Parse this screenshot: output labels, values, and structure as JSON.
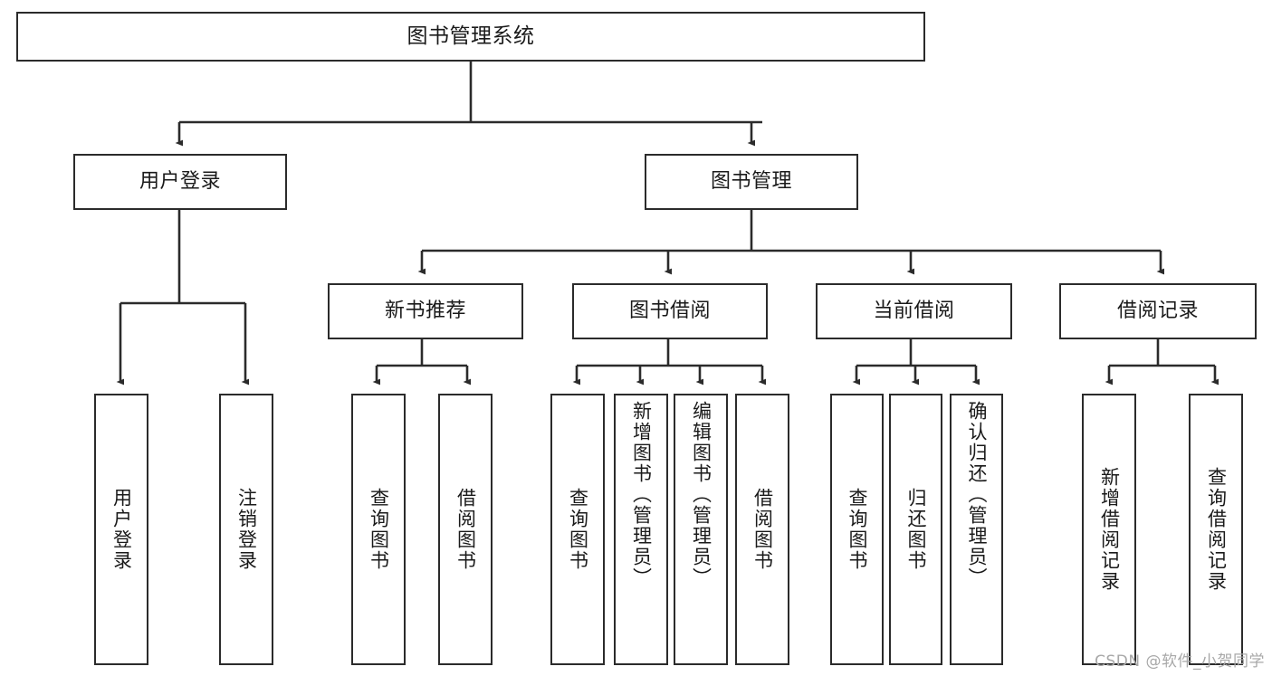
{
  "diagram": {
    "title": "图书管理系统",
    "watermark": "CSDN @软件_小贺同学",
    "line_color": "#2b2b2b",
    "box_border_color": "#2b2b2b",
    "box_fill": "#ffffff",
    "text_color": "#1a1a1a",
    "watermark_color": "#a8a8a8",
    "root": {
      "label": "图书管理系统"
    },
    "level2": [
      {
        "label": "用户登录"
      },
      {
        "label": "图书管理"
      }
    ],
    "level3": [
      {
        "label": "新书推荐"
      },
      {
        "label": "图书借阅"
      },
      {
        "label": "当前借阅"
      },
      {
        "label": "借阅记录"
      }
    ],
    "leaves": {
      "user_login": [
        {
          "label": "用户登录"
        },
        {
          "label": "注销登录"
        }
      ],
      "new_book": [
        {
          "label": "查询图书"
        },
        {
          "label": "借阅图书"
        }
      ],
      "book_borrow": [
        {
          "label": "查询图书"
        },
        {
          "label": "新增图书（管理员）"
        },
        {
          "label": "编辑图书（管理员）"
        },
        {
          "label": "借阅图书"
        }
      ],
      "current_borrow": [
        {
          "label": "查询图书"
        },
        {
          "label": "归还图书"
        },
        {
          "label": "确认归还（管理员）"
        }
      ],
      "borrow_record": [
        {
          "label": "新增借阅记录"
        },
        {
          "label": "查询借阅记录"
        }
      ]
    }
  }
}
